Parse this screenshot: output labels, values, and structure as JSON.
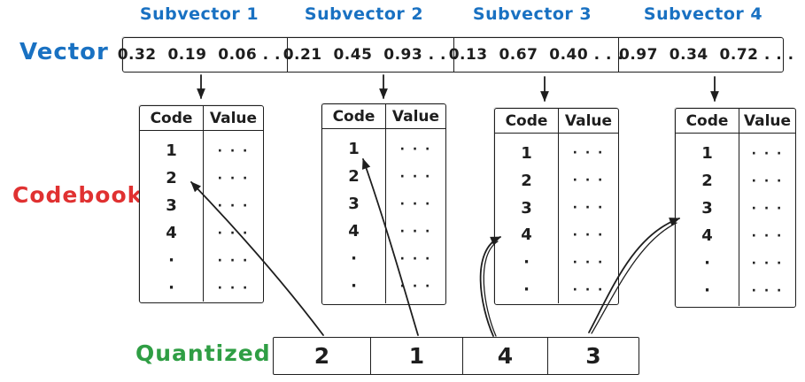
{
  "title_labels": {
    "vector": "Vector",
    "codebook": "Codebook",
    "quantized": "Quantized"
  },
  "colors": {
    "blue": "#1971c2",
    "red": "#e03131",
    "green": "#2f9e44",
    "ink": "#1e1e1e"
  },
  "subvectors": [
    {
      "label": "Subvector 1",
      "values": "0.32  0.19  0.06 . . ."
    },
    {
      "label": "Subvector 2",
      "values": "0.21  0.45  0.93 . . ."
    },
    {
      "label": "Subvector 3",
      "values": "0.13  0.67  0.40 . . ."
    },
    {
      "label": "Subvector 4",
      "values": "0.97  0.34  0.72 . . ."
    }
  ],
  "codebook": {
    "headers": [
      "Code",
      "Value"
    ],
    "codes": [
      "1",
      "2",
      "3",
      "4",
      "·",
      "·"
    ],
    "value_placeholder": "· · ·"
  },
  "quantized": {
    "codes": [
      "2",
      "1",
      "4",
      "3"
    ]
  },
  "assignments": [
    {
      "subvector": "Subvector 1",
      "selected_code": "2"
    },
    {
      "subvector": "Subvector 2",
      "selected_code": "1"
    },
    {
      "subvector": "Subvector 3",
      "selected_code": "4"
    },
    {
      "subvector": "Subvector 4",
      "selected_code": "3"
    }
  ]
}
